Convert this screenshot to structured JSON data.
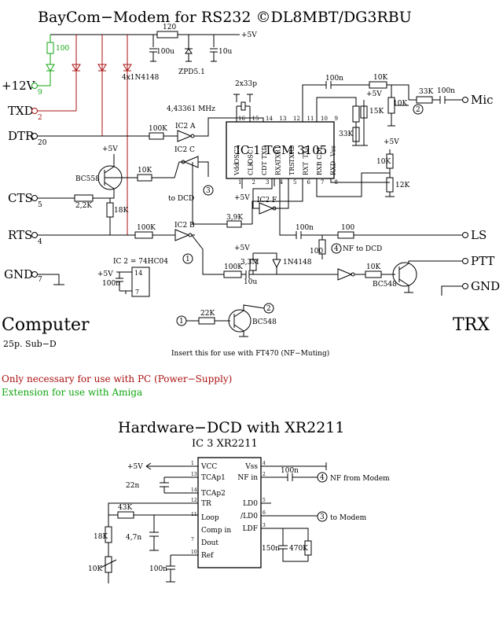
{
  "title": "BayCom−Modem for RS232  ©DL8MBT/DG3RBU",
  "dcd_title": "Hardware−DCD with XR2211",
  "left_caption": "Computer",
  "left_sub": "25p. Sub−D",
  "right_caption": "TRX",
  "note_ft470": "Insert this for use with FT470 (NF−Muting)",
  "legend_red": "Only necessary for use with PC (Power−Supply)",
  "legend_green": "Extension for use with Amiga",
  "colors": {
    "red": "#aa1111",
    "green": "#11a511"
  },
  "ports_left": [
    {
      "name": "+12V",
      "pin": "9"
    },
    {
      "name": "TXD",
      "pin": "2"
    },
    {
      "name": "DTR",
      "pin": "20"
    },
    {
      "name": "CTS",
      "pin": "5"
    },
    {
      "name": "RTS",
      "pin": "4"
    },
    {
      "name": "GND",
      "pin": "7"
    }
  ],
  "ports_right": [
    "Mic",
    "LS",
    "PTT",
    "GND"
  ],
  "ic1": {
    "label": "IC 1  TCM 3105",
    "top_pins": [
      "OSC2",
      "OSC1",
      "TXD",
      "TXR1",
      "TXR2",
      "TXA",
      "CDL",
      "Vss"
    ],
    "top_nums": [
      "16",
      "15",
      "14",
      "13",
      "12",
      "11",
      "10",
      "9"
    ],
    "bottom_pins": [
      "Vdd",
      "CLK",
      "CDT",
      "RXA",
      "TRS",
      "RXT",
      "RXB",
      "RXD"
    ],
    "bottom_nums": [
      "1",
      "2",
      "3",
      "4",
      "5",
      "6",
      "7",
      "8"
    ]
  },
  "ic3": {
    "label": "IC 3 XR2211",
    "left_pins": [
      "VCC",
      "TCAp1",
      "TCAp2",
      "TR",
      "Loop",
      "Comp in",
      "Dout",
      "Ref"
    ],
    "left_nums": [
      "1",
      "13",
      "14",
      "12",
      "11",
      "",
      "7",
      "10"
    ],
    "right_pins": [
      "Vss",
      "NF in",
      "LD0",
      "/LD0",
      "LDF"
    ],
    "right_nums": [
      "4",
      "2",
      "5",
      "6",
      "3"
    ]
  },
  "components": {
    "r120": "120",
    "r100_green": "100",
    "c100u": "100u",
    "c10u": "10u",
    "zpd": "ZPD5.1",
    "diodes": "4x1N4148",
    "xtal": "4,43361 MHz",
    "c2x33p": "2x33p",
    "c100n_top": "100n",
    "r10k_top": "10K",
    "r15k": "15K",
    "r10k_pot": "10K",
    "r33k_mic": "33K",
    "c100n_mic": "100n",
    "r33k": "33K",
    "r10k_b": "10K",
    "r12k": "12K",
    "r100k_dtr": "100K",
    "r10k_q": "10K",
    "bc558": "BC558",
    "r22k": "2,2K",
    "r18k": "18K",
    "r39k": "3,9K",
    "r100k_rts": "100K",
    "c100n_ls": "100n",
    "r100_ls": "100",
    "r100_dcd": "100",
    "r33m": "3,3M",
    "d1n4148": "1N4148",
    "r100k_ptt": "100K",
    "c10u_ptt": "10u",
    "r10k_ptt": "10K",
    "bc548": "BC548",
    "ic2_type": "IC 2 = 74HC04",
    "c100n_ic2": "100n",
    "r22k_bc": "22K",
    "bc548_b": "BC548",
    "plus5v": "+5V",
    "to_dcd": "to DCD",
    "nf_to_dcd": "NF to DCD",
    "ic2a": "IC2 A",
    "ic2b": "IC2 B",
    "ic2c": "IC2 C",
    "ic2f": "IC2 F",
    "c22n": "22n",
    "r43k": "43K",
    "r18k_b": "18K",
    "c47n": "4,7n",
    "r10k_c": "10K",
    "c100n_ref": "100n",
    "c100n_nf": "100n",
    "nf_from_modem": "NF from Modem",
    "to_modem": "to Modem",
    "c150n": "150n",
    "r470k": "470K"
  },
  "markers": {
    "m1": "1",
    "m2": "2",
    "m3": "3",
    "m4": "4"
  }
}
